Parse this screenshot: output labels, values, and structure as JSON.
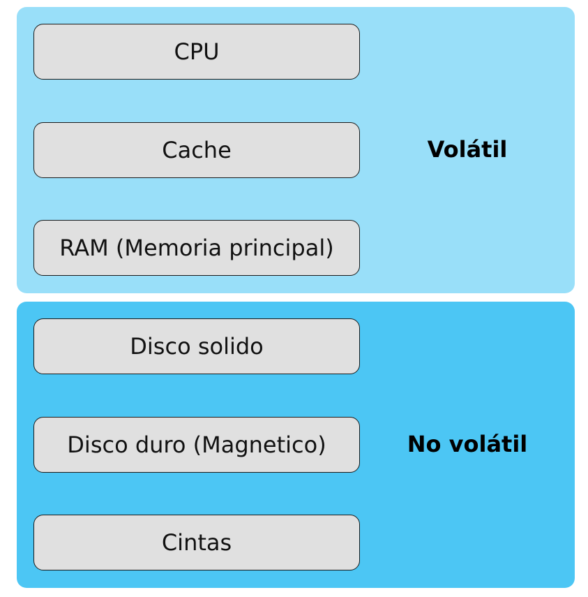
{
  "groups": [
    {
      "label": "Volátil",
      "color": "#99dff9",
      "items": [
        "CPU",
        "Cache",
        "RAM (Memoria principal)"
      ]
    },
    {
      "label": "No volátil",
      "color": "#4cc6f4",
      "items": [
        "Disco solido",
        "Disco duro (Magnetico)",
        "Cintas"
      ]
    }
  ],
  "item_fill": "#e0e0e0"
}
